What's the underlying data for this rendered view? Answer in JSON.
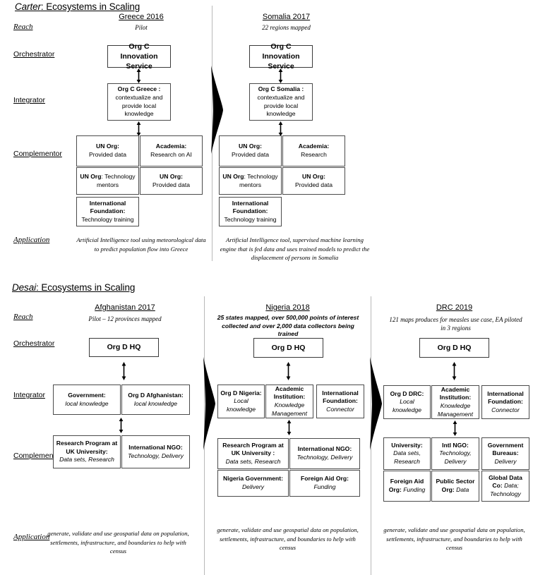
{
  "sections": [
    {
      "id": "carter",
      "title_lead": "Carter",
      "title_rest": ": Ecosystems in Scaling",
      "row_labels": {
        "reach": "Reach",
        "orchestrator": "Orchestrator",
        "integrator": "Integrator",
        "complementor": "Complementor",
        "application": "Application"
      },
      "columns": [
        {
          "heading": "Greece 2016",
          "subheading": "Pilot",
          "orchestrator": {
            "line1": "Org C Innovation",
            "line2": "Service"
          },
          "integrator": {
            "bold": "Org C Greece :",
            "rest": "contextualize and provide local knowledge"
          },
          "complementors": [
            {
              "bold": "UN Org:",
              "rest": "Provided data",
              "style": "stacked"
            },
            {
              "bold": "Academia:",
              "rest": "Research on AI",
              "style": "stacked"
            },
            {
              "bold": "UN Org",
              "rest": ": Technology mentors",
              "style": "inline"
            },
            {
              "bold": "UN Org:",
              "rest": "Provided data",
              "style": "stacked"
            },
            {
              "bold": "International Foundation:",
              "rest": "Technology training",
              "style": "stacked"
            }
          ],
          "application": "Artificial Intelligence tool using meteorological data to predict population flow into Greece"
        },
        {
          "heading": "Somalia 2017",
          "subheading": "22 regions mapped",
          "orchestrator": {
            "line1": "Org C Innovation",
            "line2": "Service"
          },
          "integrator": {
            "bold": "Org C Somalia :",
            "rest": "contextualize and provide local knowledge"
          },
          "complementors": [
            {
              "bold": "UN Org:",
              "rest": "Provided data",
              "style": "stacked"
            },
            {
              "bold": "Academia:",
              "rest": "Research",
              "style": "stacked"
            },
            {
              "bold": "UN Org",
              "rest": ": Technology mentors",
              "style": "inline"
            },
            {
              "bold": "UN Org:",
              "rest": "Provided data",
              "style": "stacked"
            },
            {
              "bold": "International Foundation:",
              "rest": "Technology training",
              "style": "stacked"
            }
          ],
          "application": "Artificial Intelligence tool, supervised machine learning engine that is fed data and uses trained models to predict the displacement of persons in Somalia"
        }
      ]
    },
    {
      "id": "desai",
      "title_lead": "Desai",
      "title_rest": ": Ecosystems in Scaling",
      "row_labels": {
        "reach": "Reach",
        "orchestrator": "Orchestrator",
        "integrator": "Integrator",
        "complementor": "Complementor",
        "application": "Application"
      },
      "columns": [
        {
          "heading": "Afghanistan 2017",
          "subheading": "Pilot – 12 provinces mapped",
          "orchestrator": "Org D HQ",
          "integrators": [
            {
              "bold": "Government:",
              "rest": "local knowledge"
            },
            {
              "bold": "Org D Afghanistan:",
              "rest": "local knowledge"
            }
          ],
          "complementors": [
            {
              "bold": "Research Program at UK University:",
              "rest": "Data sets, Research"
            },
            {
              "bold": "International NGO:",
              "rest": "Technology, Delivery"
            }
          ],
          "application": "generate, validate and use geospatial data on population, settlements, infrastructure, and boundaries to help with census"
        },
        {
          "heading": "Nigeria 2018",
          "subheading": "25 states mapped, over 500,000 points of interest collected and over 2,000 data collectors being trained",
          "orchestrator": "Org D HQ",
          "integrators": [
            {
              "bold": "Org D Nigeria:",
              "rest": "Local knowledge"
            },
            {
              "bold": "Academic Institution:",
              "rest": "Knowledge Management"
            },
            {
              "bold": "International Foundation:",
              "rest": "Connector"
            }
          ],
          "complementors": [
            {
              "bold": "Research Program at UK University :",
              "rest": "Data sets, Research"
            },
            {
              "bold": "International NGO:",
              "rest": "Technology, Delivery"
            },
            {
              "bold": "Nigeria Government:",
              "rest": "Delivery"
            },
            {
              "bold": "Foreign Aid Org:",
              "rest": "Funding"
            }
          ],
          "application": "generate, validate and use geospatial data on population, settlements, infrastructure, and boundaries to help with census"
        },
        {
          "heading": "DRC 2019",
          "subheading": "121 maps produces for measles use case, EA piloted in 3 regions",
          "orchestrator": "Org D HQ",
          "integrators": [
            {
              "bold": "Org D DRC:",
              "rest": "Local knowledge"
            },
            {
              "bold": "Academic Institution:",
              "rest": "Knowledge Management"
            },
            {
              "bold": "International Foundation:",
              "rest": "Connector"
            }
          ],
          "complementors": [
            {
              "bold": "University:",
              "rest": "Data sets, Research"
            },
            {
              "bold": "Intl NGO:",
              "rest": "Technology, Delivery"
            },
            {
              "bold": "Government Bureaus:",
              "rest": "Delivery"
            },
            {
              "bold": "Foreign Aid Org:",
              "rest": " Funding",
              "style": "inline"
            },
            {
              "bold": "Public Sector Org:",
              "rest": " Data",
              "style": "inline"
            },
            {
              "bold": "Global Data Co:",
              "rest": " Data; Technology",
              "style": "inline"
            }
          ],
          "application": "generate, validate and use geospatial data on population, settlements, infrastructure, and boundaries to help with census"
        }
      ]
    }
  ],
  "colors": {
    "box_border": "#4b4b4b",
    "separator_line": "#b9b9b9",
    "leaf_fill": "#000000",
    "text": "#000000"
  }
}
